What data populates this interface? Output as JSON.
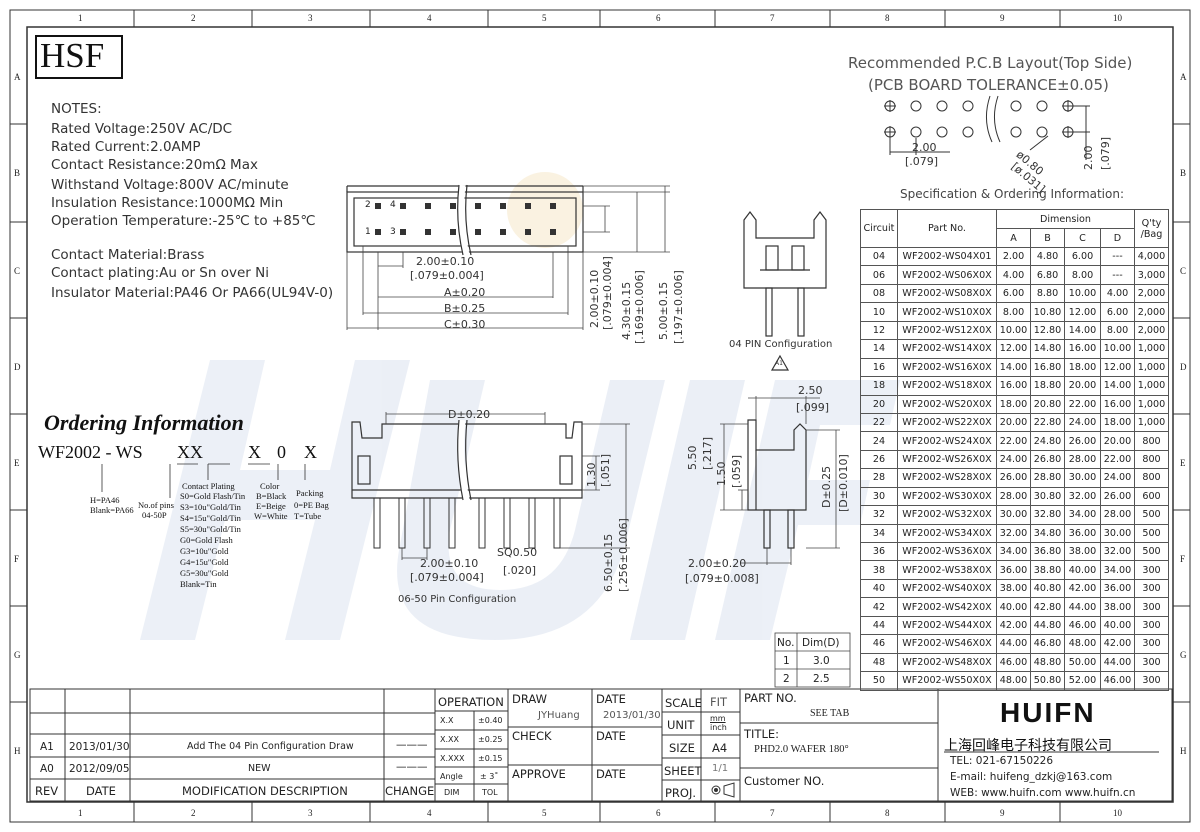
{
  "logo": "HSF",
  "border": {
    "cols": [
      "1",
      "2",
      "3",
      "4",
      "5",
      "6",
      "7",
      "8",
      "9",
      "10"
    ],
    "rows": [
      "A",
      "B",
      "C",
      "D",
      "E",
      "F",
      "G",
      "H"
    ]
  },
  "notes": {
    "heading": "NOTES:",
    "lines": [
      "Rated Voltage:250V AC/DC",
      "Rated Current:2.0AMP",
      "Contact Resistance:20mΩ  Max",
      "Withstand Voltage:800V AC/minute",
      "Insulation Resistance:1000MΩ  Min",
      "Operation Temperature:-25℃  to  +85℃"
    ],
    "material_lines": [
      "Contact Material:Brass",
      "Contact plating:Au or Sn over Ni",
      "Insulator Material:PA46 Or PA66(UL94V-0)"
    ]
  },
  "ordering": {
    "title": "Ordering Information",
    "code_prefix": "WF2002 - WS",
    "code_xx": "XX",
    "code_x1": "X",
    "code_0": "0",
    "code_x2": "X",
    "housing": [
      "H=PA46",
      "Blank=PA66"
    ],
    "pins": [
      "No.of pins",
      "04-50P"
    ],
    "plating_title": "Contact Plating",
    "plating": [
      "S0=Gold Flash/Tin",
      "S3=10u\"Gold/Tin",
      "S4=15u\"Gold/Tin",
      "S5=30u\"Gold/Tin",
      "G0=Gold Flash",
      "G3=10u\"Gold",
      "G4=15u\"Gold",
      "G5=30u\"Gold",
      "Blank=Tin"
    ],
    "color_title": "Color",
    "colors": [
      "B=Black",
      "E=Beige",
      "W=White"
    ],
    "packing_title": "Packing",
    "packing": [
      "0=PE Bag",
      "T=Tube"
    ]
  },
  "top_view": {
    "row2_labels": [
      "2",
      "4"
    ],
    "row1_labels": [
      "1",
      "3"
    ],
    "pitch": "2.00±0.10",
    "pitch_in": "[.079±0.004]",
    "dim_a": "A±0.20",
    "dim_b": "B±0.25",
    "dim_c": "C±0.30",
    "v_pitch": "2.00±0.10",
    "v_pitch_in": "[.079±0.004]",
    "v_h": "4.30±0.15",
    "v_h_in": "[.169±0.006]",
    "v_h2": "5.00±0.15",
    "v_h2_in": "[.197±0.006]"
  },
  "front_view": {
    "dim_d": "D±0.20",
    "h1": "1.30",
    "h1_in": "[.051]",
    "h2": "6.50±0.15",
    "h2_in": "[.256±0.006]",
    "pitch": "2.00±0.10",
    "pitch_in": "[.079±0.004]",
    "sq": "SQ0.50",
    "sq_in": "[.020]",
    "caption": "06-50 Pin Configuration"
  },
  "four_pin": {
    "caption": "04 PIN Configuration",
    "rev_mark": "A1"
  },
  "side_view": {
    "w": "2.50",
    "w_in": "[.099]",
    "h1": "5.50",
    "h1_in": "[.217]",
    "h2": "1.50",
    "h2_in": "[.059]",
    "d": "D±0.25",
    "d_in": "[D±0.010]",
    "pitch": "2.00±0.20",
    "pitch_in": "[.079±0.008]"
  },
  "dim_d_table": {
    "headers": [
      "No.",
      "Dim(D)"
    ],
    "rows": [
      [
        "1",
        "3.0"
      ],
      [
        "2",
        "2.5"
      ]
    ]
  },
  "pcb": {
    "title": "Recommended P.C.B Layout(Top Side)",
    "subtitle": "(PCB BOARD TOLERANCE±0.05)",
    "pitch": "2.00",
    "pitch_in": "[.079]",
    "hole": "ø0.80",
    "hole_in": "[ø.031]",
    "row": "2.00",
    "row_in": "[.079]"
  },
  "spec": {
    "title": "Specification & Ordering Information:",
    "head": {
      "circuit": "Circuit",
      "part": "Part No.",
      "dimension": "Dimension",
      "qty": "Q'ty",
      "qty2": "/Bag",
      "a": "A",
      "b": "B",
      "c": "C",
      "d": "D"
    },
    "rows": [
      [
        "04",
        "WF2002-WS04X01",
        "2.00",
        "4.80",
        "6.00",
        "---",
        "4,000"
      ],
      [
        "06",
        "WF2002-WS06X0X",
        "4.00",
        "6.80",
        "8.00",
        "---",
        "3,000"
      ],
      [
        "08",
        "WF2002-WS08X0X",
        "6.00",
        "8.80",
        "10.00",
        "4.00",
        "2,000"
      ],
      [
        "10",
        "WF2002-WS10X0X",
        "8.00",
        "10.80",
        "12.00",
        "6.00",
        "2,000"
      ],
      [
        "12",
        "WF2002-WS12X0X",
        "10.00",
        "12.80",
        "14.00",
        "8.00",
        "2,000"
      ],
      [
        "14",
        "WF2002-WS14X0X",
        "12.00",
        "14.80",
        "16.00",
        "10.00",
        "1,000"
      ],
      [
        "16",
        "WF2002-WS16X0X",
        "14.00",
        "16.80",
        "18.00",
        "12.00",
        "1,000"
      ],
      [
        "18",
        "WF2002-WS18X0X",
        "16.00",
        "18.80",
        "20.00",
        "14.00",
        "1,000"
      ],
      [
        "20",
        "WF2002-WS20X0X",
        "18.00",
        "20.80",
        "22.00",
        "16.00",
        "1,000"
      ],
      [
        "22",
        "WF2002-WS22X0X",
        "20.00",
        "22.80",
        "24.00",
        "18.00",
        "1,000"
      ],
      [
        "24",
        "WF2002-WS24X0X",
        "22.00",
        "24.80",
        "26.00",
        "20.00",
        "800"
      ],
      [
        "26",
        "WF2002-WS26X0X",
        "24.00",
        "26.80",
        "28.00",
        "22.00",
        "800"
      ],
      [
        "28",
        "WF2002-WS28X0X",
        "26.00",
        "28.80",
        "30.00",
        "24.00",
        "800"
      ],
      [
        "30",
        "WF2002-WS30X0X",
        "28.00",
        "30.80",
        "32.00",
        "26.00",
        "600"
      ],
      [
        "32",
        "WF2002-WS32X0X",
        "30.00",
        "32.80",
        "34.00",
        "28.00",
        "500"
      ],
      [
        "34",
        "WF2002-WS34X0X",
        "32.00",
        "34.80",
        "36.00",
        "30.00",
        "500"
      ],
      [
        "36",
        "WF2002-WS36X0X",
        "34.00",
        "36.80",
        "38.00",
        "32.00",
        "500"
      ],
      [
        "38",
        "WF2002-WS38X0X",
        "36.00",
        "38.80",
        "40.00",
        "34.00",
        "300"
      ],
      [
        "40",
        "WF2002-WS40X0X",
        "38.00",
        "40.80",
        "42.00",
        "36.00",
        "300"
      ],
      [
        "42",
        "WF2002-WS42X0X",
        "40.00",
        "42.80",
        "44.00",
        "38.00",
        "300"
      ],
      [
        "44",
        "WF2002-WS44X0X",
        "42.00",
        "44.80",
        "46.00",
        "40.00",
        "300"
      ],
      [
        "46",
        "WF2002-WS46X0X",
        "44.00",
        "46.80",
        "48.00",
        "42.00",
        "300"
      ],
      [
        "48",
        "WF2002-WS48X0X",
        "46.00",
        "48.80",
        "50.00",
        "44.00",
        "300"
      ],
      [
        "50",
        "WF2002-WS50X0X",
        "48.00",
        "50.80",
        "52.00",
        "46.00",
        "300"
      ]
    ]
  },
  "title_block": {
    "rev_rows": [
      {
        "rev": "A1",
        "date": "2013/01/30",
        "desc": "Add The 04 Pin Configuration Draw",
        "change": "———"
      },
      {
        "rev": "A0",
        "date": "2012/09/05",
        "desc": "NEW",
        "change": "———"
      }
    ],
    "rev_header": {
      "rev": "REV",
      "date": "DATE",
      "desc": "MODIFICATION  DESCRIPTION",
      "change": "CHANGE"
    },
    "operation": "OPERATION",
    "tol_rows": [
      [
        "X.X",
        "±0.40"
      ],
      [
        "X.XX",
        "±0.25"
      ],
      [
        "X.XXX",
        "±0.15"
      ],
      [
        "Angle",
        "± 3˚"
      ]
    ],
    "tol_header": [
      "DIM",
      "TOL"
    ],
    "draw": "DRAW",
    "drawer": "JYHuang",
    "date_label": "DATE",
    "draw_date": "2013/01/30",
    "check": "CHECK",
    "approve": "APPROVE",
    "scale": "SCALE",
    "fit": "FIT",
    "unit": "UNIT",
    "unit_mm": "mm",
    "unit_inch": "inch",
    "size": "SIZE",
    "size_val": "A4",
    "sheet": "SHEET",
    "sheet_val": "1/1",
    "proj": "PROJ.",
    "part_no_label": "PART NO.",
    "part_no": "SEE TAB",
    "title_label": "TITLE:",
    "title": "PHD2.0 WAFER 180°",
    "customer": "Customer NO.",
    "company_logo": "HUIFN",
    "company_name": "上海回峰电子科技有限公司",
    "tel": "TEL: 021-67150226",
    "email": "E-mail: huifeng_dzkj@163.com",
    "web": "WEB: www.huifn.com  www.huifn.cn"
  },
  "watermark": "HUIFN",
  "colors": {
    "ink": "#222222",
    "watermark": "#c8d4e8",
    "accent": "#f0d9a8"
  }
}
